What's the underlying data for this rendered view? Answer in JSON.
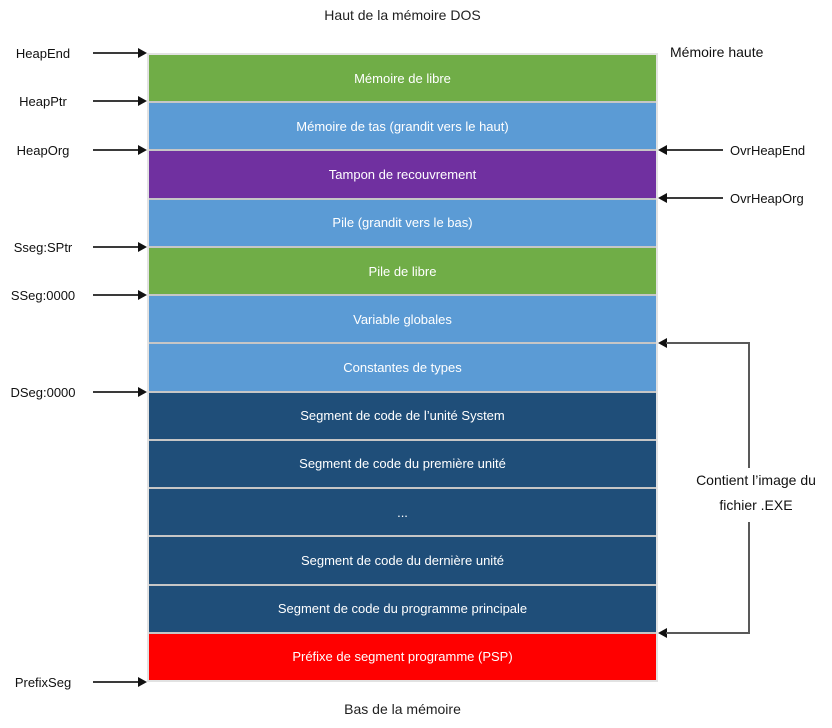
{
  "titles": {
    "top": "Haut de la mémoire DOS",
    "bottom": "Bas de la mémoire"
  },
  "colors": {
    "green": "#70AD47",
    "blue": "#5B9BD5",
    "purple": "#7030A0",
    "dark_blue": "#1F4E79",
    "red": "#FF0000",
    "separator": "#C6C6C6",
    "arrow": "#3A3A3A"
  },
  "stack": {
    "boxes": [
      {
        "label": "Mémoire de libre",
        "color": "#70AD47"
      },
      {
        "label": "Mémoire de tas (grandit vers le haut)",
        "color": "#5B9BD5"
      },
      {
        "label": "Tampon de recouvrement",
        "color": "#7030A0"
      },
      {
        "label": "Pile (grandit vers le bas)",
        "color": "#5B9BD5"
      },
      {
        "label": "Pile de libre",
        "color": "#70AD47"
      },
      {
        "label": "Variable globales",
        "color": "#5B9BD5"
      },
      {
        "label": "Constantes de types",
        "color": "#5B9BD5"
      },
      {
        "label": "Segment de code de l’unité System",
        "color": "#1F4E79"
      },
      {
        "label": "Segment de code du première unité",
        "color": "#1F4E79"
      },
      {
        "label": "...",
        "color": "#1F4E79"
      },
      {
        "label": "Segment de code du dernière unité",
        "color": "#1F4E79"
      },
      {
        "label": "Segment de code du programme principale",
        "color": "#1F4E79"
      },
      {
        "label": "Préfixe de segment programme (PSP)",
        "color": "#FF0000"
      }
    ]
  },
  "left_labels": [
    {
      "text": "HeapEnd"
    },
    {
      "text": "HeapPtr"
    },
    {
      "text": "HeapOrg"
    },
    {
      "text": "Sseg:SPtr"
    },
    {
      "text": "SSeg:0000"
    },
    {
      "text": "DSeg:0000"
    },
    {
      "text": "PrefixSeg"
    }
  ],
  "right": {
    "memoire_haute": "Mémoire haute",
    "ovrheapend": "OvrHeapEnd",
    "ovrheaporg": "OvrHeapOrg",
    "exe_note_line1": "Contient l’image du",
    "exe_note_line2": "fichier .EXE"
  }
}
